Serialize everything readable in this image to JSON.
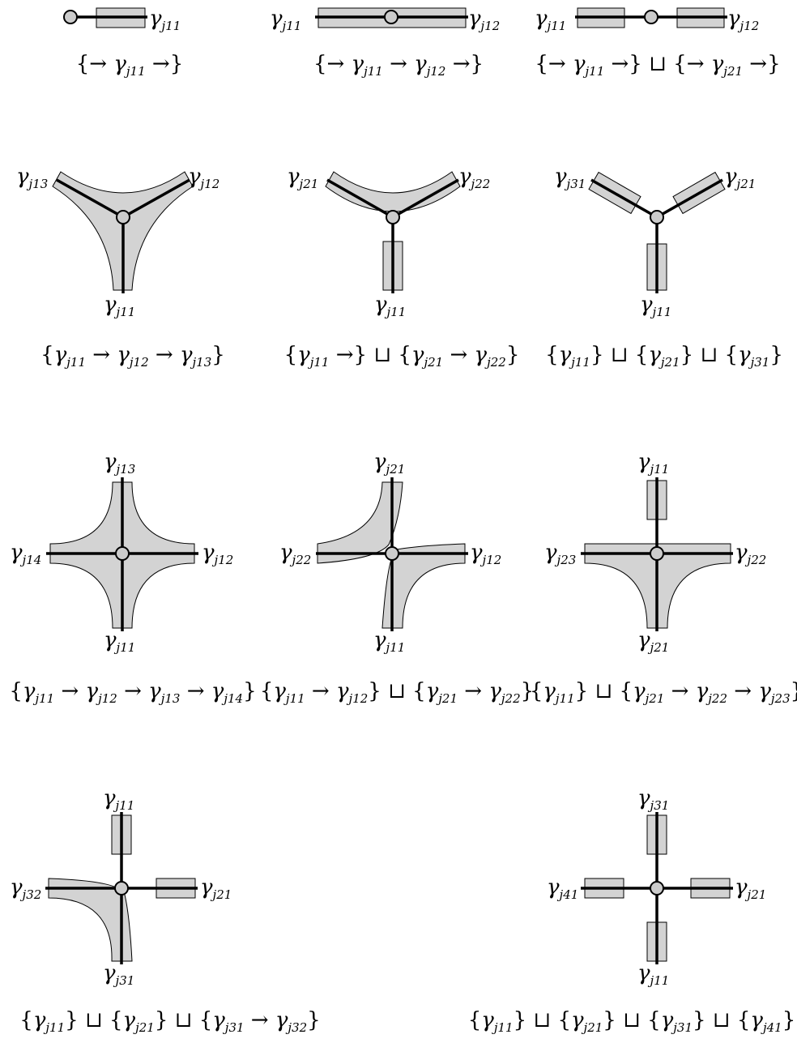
{
  "panels": [
    {
      "id": "p1",
      "labels": [
        {
          "base": "γ",
          "sub": "j11"
        }
      ],
      "caption": "{→ γ_{j11} →}"
    },
    {
      "id": "p2",
      "labels": [
        {
          "base": "γ",
          "sub": "j11"
        },
        {
          "base": "γ",
          "sub": "j12"
        }
      ],
      "caption": "{→ γ_{j11} → γ_{j12} →}"
    },
    {
      "id": "p3",
      "labels": [
        {
          "base": "γ",
          "sub": "j11"
        },
        {
          "base": "γ",
          "sub": "j12"
        }
      ],
      "caption": "{→ γ_{j11} →} ⊔ {→ γ_{j21} →}"
    },
    {
      "id": "p4",
      "labels": [
        {
          "base": "γ",
          "sub": "j13"
        },
        {
          "base": "γ",
          "sub": "j12"
        },
        {
          "base": "γ",
          "sub": "j11"
        }
      ],
      "caption": "{γ_{j11} → γ_{j12} → γ_{j13}}"
    },
    {
      "id": "p5",
      "labels": [
        {
          "base": "γ",
          "sub": "j21"
        },
        {
          "base": "γ",
          "sub": "j22"
        },
        {
          "base": "γ",
          "sub": "j11"
        }
      ],
      "caption": "{γ_{j11} →} ⊔ {γ_{j21} → γ_{j22}}"
    },
    {
      "id": "p6",
      "labels": [
        {
          "base": "γ",
          "sub": "j31"
        },
        {
          "base": "γ",
          "sub": "j21"
        },
        {
          "base": "γ",
          "sub": "j11"
        }
      ],
      "caption": "{γ_{j11}} ⊔ {γ_{j21}} ⊔ {γ_{j31}}"
    },
    {
      "id": "p7",
      "labels": [
        {
          "base": "γ",
          "sub": "j13"
        },
        {
          "base": "γ",
          "sub": "j14"
        },
        {
          "base": "γ",
          "sub": "j12"
        },
        {
          "base": "γ",
          "sub": "j11"
        }
      ],
      "caption": "{γ_{j11} → γ_{j12} → γ_{j13} → γ_{j14}}"
    },
    {
      "id": "p8",
      "labels": [
        {
          "base": "γ",
          "sub": "j21"
        },
        {
          "base": "γ",
          "sub": "j22"
        },
        {
          "base": "γ",
          "sub": "j12"
        },
        {
          "base": "γ",
          "sub": "j11"
        }
      ],
      "caption": "{γ_{j11} → γ_{j12}} ⊔ {γ_{j21} → γ_{j22}}"
    },
    {
      "id": "p9",
      "labels": [
        {
          "base": "γ",
          "sub": "j11"
        },
        {
          "base": "γ",
          "sub": "j23"
        },
        {
          "base": "γ",
          "sub": "j22"
        },
        {
          "base": "γ",
          "sub": "j21"
        }
      ],
      "caption": "{γ_{j11}} ⊔ {γ_{j21} → γ_{j22} → γ_{j23}}"
    },
    {
      "id": "p10",
      "labels": [
        {
          "base": "γ",
          "sub": "j11"
        },
        {
          "base": "γ",
          "sub": "j32"
        },
        {
          "base": "γ",
          "sub": "j21"
        },
        {
          "base": "γ",
          "sub": "j31"
        }
      ],
      "caption": "{γ_{j11}} ⊔ {γ_{j21}} ⊔ {γ_{j31} → γ_{j32}}"
    },
    {
      "id": "p11",
      "labels": [
        {
          "base": "γ",
          "sub": "j31"
        },
        {
          "base": "γ",
          "sub": "j41"
        },
        {
          "base": "γ",
          "sub": "j21"
        },
        {
          "base": "γ",
          "sub": "j11"
        }
      ],
      "caption": "{γ_{j11}} ⊔ {γ_{j21}} ⊔ {γ_{j31}} ⊔ {γ_{j41}}"
    }
  ]
}
